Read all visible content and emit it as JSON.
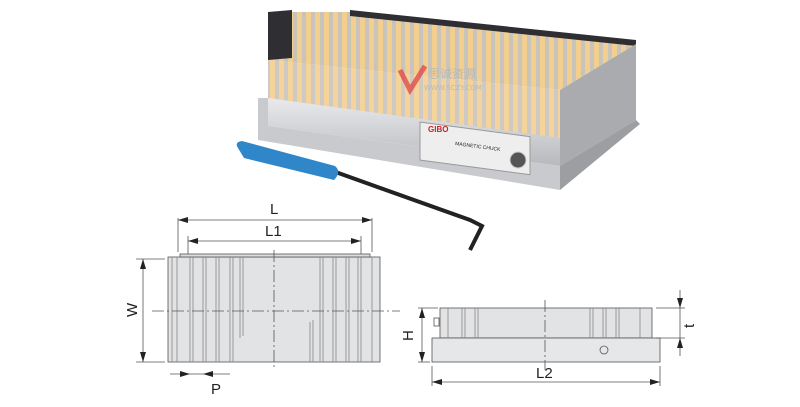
{
  "product": {
    "nameplate_brand": "GIBO",
    "nameplate_text": "MAGNETIC CHUCK"
  },
  "watermark": {
    "name": "思诚资源",
    "url": "WWW.SCZY.COM"
  },
  "dimensions": {
    "length": "L",
    "inner_length": "L1",
    "width": "W",
    "pitch": "P",
    "height": "H",
    "top_plate_thickness": "t",
    "base_length": "L2"
  },
  "colors": {
    "pole_stripe": "#f3cf8f",
    "body": "#d9dadc",
    "handle": "#2f86c8",
    "watermark_logo": "#e23a3a"
  }
}
